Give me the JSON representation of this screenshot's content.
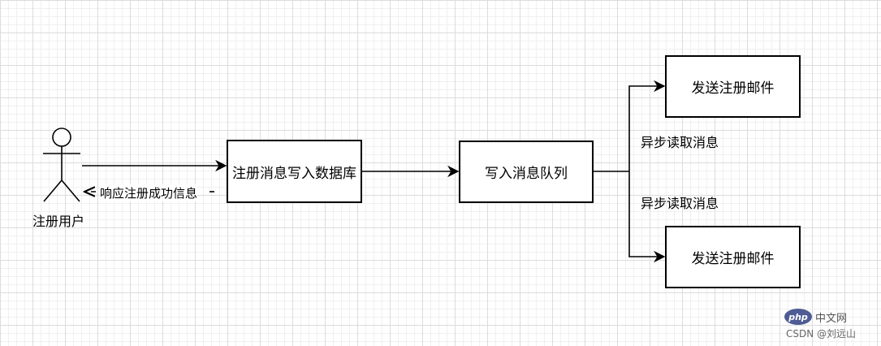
{
  "actor": {
    "label": "注册用户"
  },
  "nodes": {
    "db_write": "注册消息写入数据库",
    "queue": "写入消息队列",
    "email_top": "发送注册邮件",
    "email_bottom": "发送注册邮件"
  },
  "edges": {
    "response_label": "响应注册成功信息",
    "async_top_label": "异步读取消息",
    "async_bottom_label": "异步读取消息"
  },
  "watermark": {
    "logo_text": "php",
    "site_text": "中文网",
    "csdn_text": "CSDN @刘远山"
  }
}
